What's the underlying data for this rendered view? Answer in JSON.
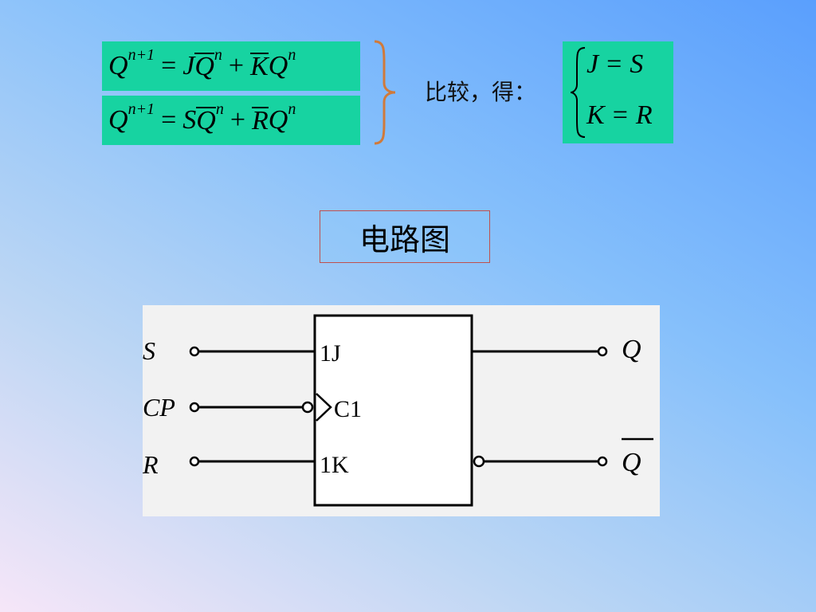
{
  "equations": {
    "jk": {
      "q": "Q",
      "exp": "n+1",
      "eq": "=",
      "a": "J",
      "qbar": "Q",
      "n1": "n",
      "plus": "+",
      "bbar": "K",
      "q2": "Q",
      "n2": "n"
    },
    "rs": {
      "q": "Q",
      "exp": "n+1",
      "eq": "=",
      "a": "S",
      "qbar": "Q",
      "n1": "n",
      "plus": "+",
      "bbar": "R",
      "q2": "Q",
      "n2": "n"
    }
  },
  "compare_text": "比较，得：",
  "result": {
    "line1": {
      "left": "J",
      "eq": "=",
      "right": "S"
    },
    "line2": {
      "left": "K",
      "eq": "=",
      "right": "R"
    }
  },
  "section_title": "电路图",
  "circuit": {
    "inputs": {
      "s": "S",
      "cp": "CP",
      "r": "R"
    },
    "pins": {
      "j": "1J",
      "c": "C1",
      "k": "1K"
    },
    "outputs": {
      "q": "Q",
      "qbar": "Q"
    }
  },
  "colors": {
    "equation_bg": "#17d3a1",
    "brace": "#d07a3a",
    "title_border": "#c0504d",
    "panel_bg": "#f2f2f2"
  }
}
